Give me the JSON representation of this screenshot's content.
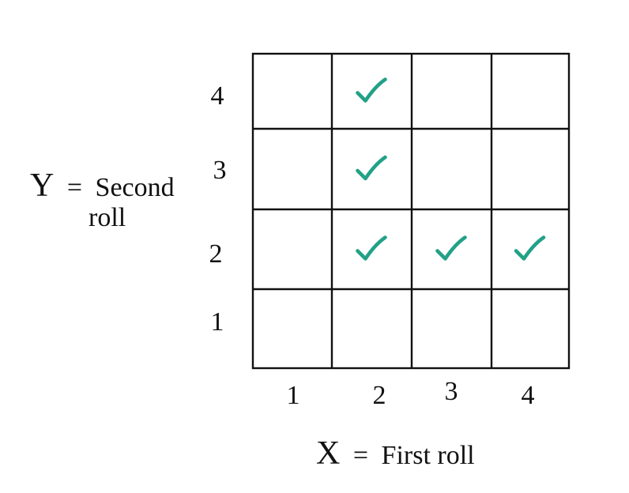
{
  "x_axis": {
    "var": "X",
    "eq": "=",
    "text": "First roll",
    "ticks": [
      "1",
      "2",
      "3",
      "4"
    ]
  },
  "y_axis": {
    "var": "Y",
    "eq": "=",
    "text_line1": "Second",
    "text_line2": "roll",
    "ticks": [
      "1",
      "2",
      "3",
      "4"
    ]
  },
  "checked_cells": [
    {
      "x": 2,
      "y": 4
    },
    {
      "x": 2,
      "y": 3
    },
    {
      "x": 2,
      "y": 2
    },
    {
      "x": 3,
      "y": 2
    },
    {
      "x": 4,
      "y": 2
    }
  ],
  "colors": {
    "check": "#22a187",
    "grid": "#111111"
  },
  "check_icon": "check-mark-icon"
}
